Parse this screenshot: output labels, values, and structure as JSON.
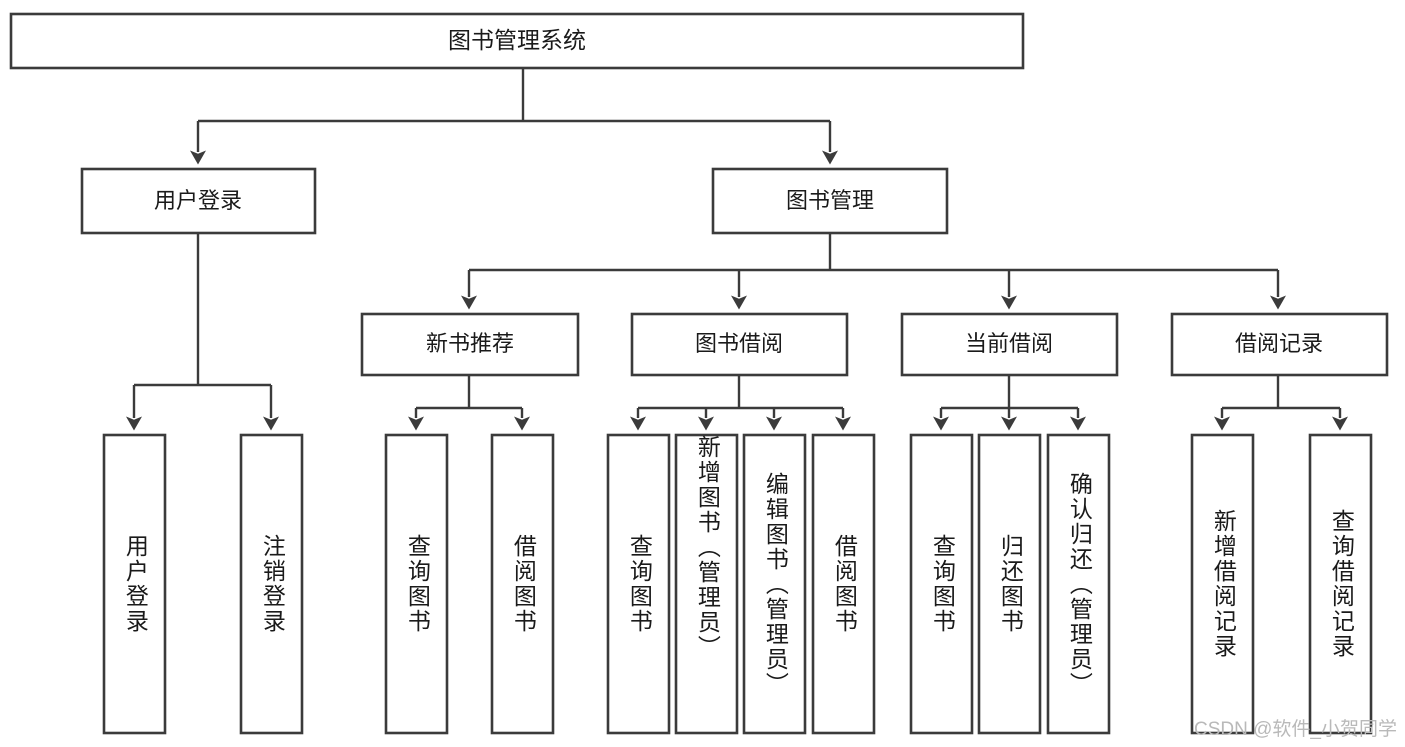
{
  "diagram": {
    "type": "tree",
    "title": "图书管理系统",
    "orientation": "top-down",
    "colors": {
      "box_stroke": "#3b3b3b",
      "box_fill": "#ffffff",
      "connector": "#3b3b3b",
      "text": "#1a1a1a",
      "watermark": "#b9b9b9",
      "background": "#ffffff"
    },
    "root": {
      "label": "图书管理系统"
    },
    "level2": [
      {
        "label": "用户登录"
      },
      {
        "label": "图书管理"
      }
    ],
    "level3": [
      {
        "label": "新书推荐"
      },
      {
        "label": "图书借阅"
      },
      {
        "label": "当前借阅"
      },
      {
        "label": "借阅记录"
      }
    ],
    "leaves": {
      "user_login": [
        {
          "label": "用户登录"
        },
        {
          "label": "注销登录"
        }
      ],
      "new_books": [
        {
          "label": "查询图书"
        },
        {
          "label": "借阅图书"
        }
      ],
      "book_borrow": [
        {
          "label": "查询图书"
        },
        {
          "label": "新增图书（管理员）"
        },
        {
          "label": "编辑图书（管理员）"
        },
        {
          "label": "借阅图书"
        }
      ],
      "current_borrow": [
        {
          "label": "查询图书"
        },
        {
          "label": "归还图书"
        },
        {
          "label": "确认归还（管理员）"
        }
      ],
      "borrow_records": [
        {
          "label": "新增借阅记录"
        },
        {
          "label": "查询借阅记录"
        }
      ]
    }
  },
  "watermark": {
    "text": "CSDN @软件_小贺同学"
  }
}
